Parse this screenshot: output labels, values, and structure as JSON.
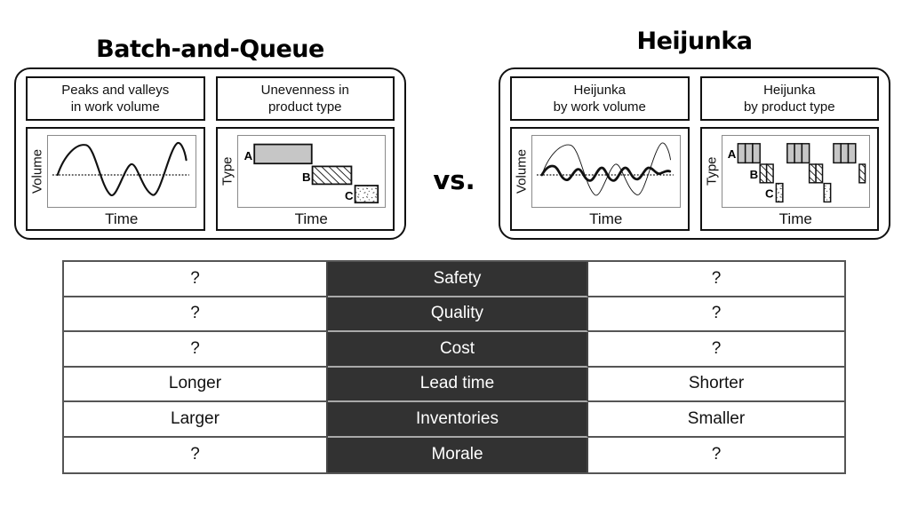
{
  "versus": "vs.",
  "batch": {
    "title": "Batch-and-Queue",
    "volume_panel": {
      "header": "Peaks and valleys\nin work volume",
      "ylabel": "Volume",
      "xlabel": "Time"
    },
    "type_panel": {
      "header": "Unevenness in\nproduct type",
      "ylabel": "Type",
      "xlabel": "Time",
      "series": {
        "a": "A",
        "b": "B",
        "c": "C"
      }
    }
  },
  "heijunka": {
    "title": "Heijunka",
    "volume_panel": {
      "header": "Heijunka\nby work volume",
      "ylabel": "Volume",
      "xlabel": "Time"
    },
    "type_panel": {
      "header": "Heijunka\nby product type",
      "ylabel": "Type",
      "xlabel": "Time",
      "series": {
        "a": "A",
        "b": "B",
        "c": "C"
      }
    }
  },
  "table": {
    "columns": [
      "batch-and-queue-value",
      "metric",
      "heijunka-value"
    ],
    "rows": [
      {
        "left": "?",
        "metric": "Safety",
        "right": "?"
      },
      {
        "left": "?",
        "metric": "Quality",
        "right": "?"
      },
      {
        "left": "?",
        "metric": "Cost",
        "right": "?"
      },
      {
        "left": "Longer",
        "metric": "Lead time",
        "right": "Shorter"
      },
      {
        "left": "Larger",
        "metric": "Inventories",
        "right": "Smaller"
      },
      {
        "left": "?",
        "metric": "Morale",
        "right": "?"
      }
    ],
    "colors": {
      "metric_bg": "#323232",
      "metric_text": "#ffffff"
    }
  }
}
